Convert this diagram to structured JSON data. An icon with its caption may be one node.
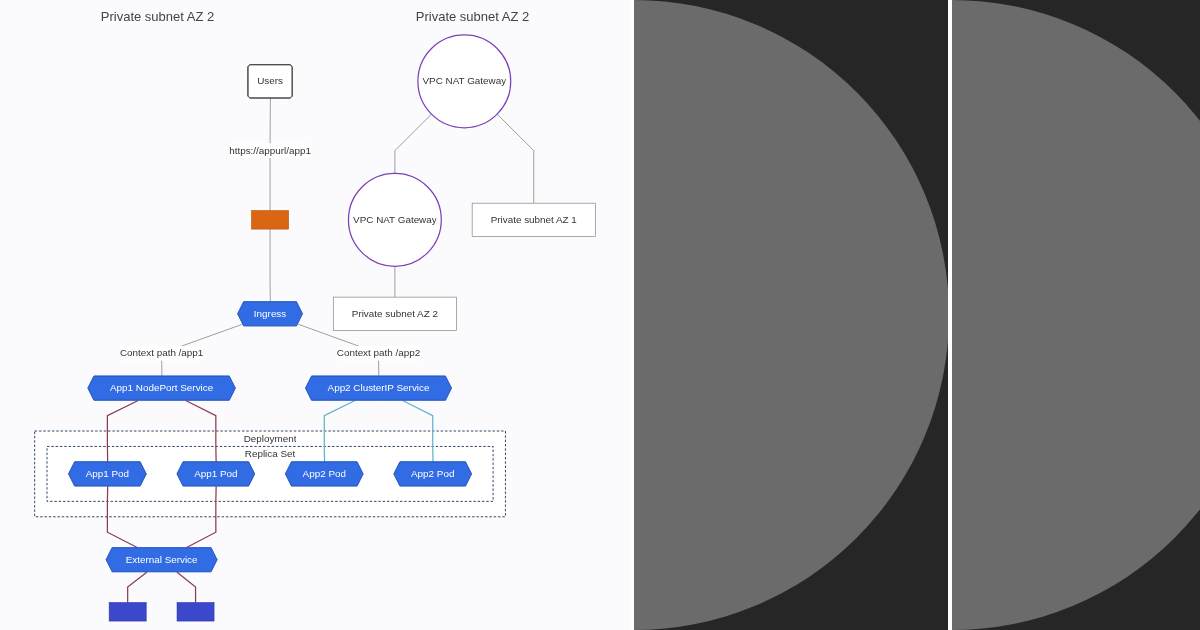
{
  "diagram": {
    "nodes": [
      {
        "text": [
          "Users"
        ]
      },
      {
        "text": [],
        "shape": "box"
      },
      {
        "text": [
          "VPC NAT Gateway"
        ]
      },
      {
        "text": [
          "VPC NAT Gateway"
        ]
      },
      {
        "text": [
          "Ingress"
        ]
      },
      {
        "text": [
          "App1 NodePort Service"
        ]
      },
      {
        "text": [
          "App2 ClusterIP Service"
        ]
      },
      {
        "text": [
          "Deployment"
        ]
      },
      {
        "text": [
          "Replica Set"
        ],
        "in": 7
      },
      {
        "text": [
          "App1 Pod"
        ],
        "in": 8
      },
      {
        "text": [
          "App2 Pod"
        ],
        "in": 8
      },
      {
        "text": [
          "App1 Pod"
        ],
        "in": 8
      },
      {
        "text": [
          "App2 Pod"
        ],
        "in": 8
      },
      {
        "text": [
          "Private subnet AZ 1"
        ]
      },
      {
        "text": [
          "External Service"
        ]
      },
      {
        "text": [
          "Private subnet AZ 2"
        ]
      },
      {
        "text": [],
        "shape": "box"
      },
      {
        "text": [],
        "shape": "box"
      }
    ],
    "edges": [
      {
        "from": 0,
        "to": 1,
        "arrow": "none",
        "label": "https://appurl/app1"
      },
      {
        "from": 2,
        "to": 3,
        "arrow": "none"
      },
      {
        "from": 1,
        "to": 4,
        "arrow": "none"
      },
      {
        "from": 2,
        "to": 13,
        "arrow": "none"
      },
      {
        "from": 3,
        "to": 15,
        "arrow": "none"
      },
      {
        "from": 4,
        "to": 5,
        "arrow": "none",
        "label": "Context path /app1"
      },
      {
        "from": 4,
        "to": 6,
        "arrow": "none",
        "label": "Context path /app2"
      },
      {
        "from": 5,
        "to": 9,
        "arrow": "none",
        "color": "#8b3a52"
      },
      {
        "from": 5,
        "to": 11,
        "arrow": "none",
        "color": "#8b3a52"
      },
      {
        "from": 6,
        "to": 10,
        "arrow": "none",
        "color": "#5fb3c9"
      },
      {
        "from": 6,
        "to": 12,
        "arrow": "none",
        "color": "#5fb3c9"
      },
      {
        "from": 9,
        "to": 14,
        "arrow": "none",
        "color": "#8b3a52"
      },
      {
        "from": 11,
        "to": 14,
        "arrow": "none",
        "color": "#8b3a52"
      },
      {
        "from": 14,
        "to": 16,
        "arrow": "none",
        "color": "#8b3a52"
      },
      {
        "from": 14,
        "to": 17,
        "arrow": "none",
        "color": "#8b3a52"
      }
    ],
    "labels": [
      "Private subnet AZ 2",
      "Private subnet AZ 2"
    ]
  }
}
